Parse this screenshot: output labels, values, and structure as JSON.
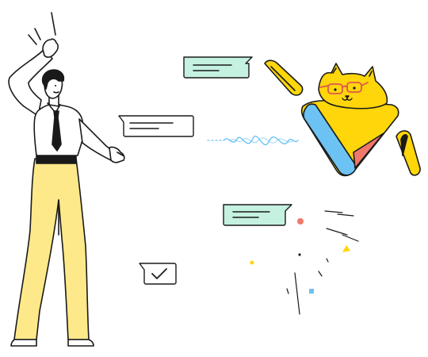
{
  "palette": {
    "outline": "#1a1a1a",
    "yellow": "#ffd60a",
    "light_yellow": "#fde98a",
    "mint": "#c4f1e0",
    "blue": "#6cc3f3",
    "coral": "#f0786a",
    "glasses": "#e0564d"
  },
  "illustration": {
    "person": {
      "pose": "waving",
      "shirt": "white",
      "tie": "black",
      "trousers": "light-yellow"
    },
    "mascot": {
      "kind": "cat-faced-triangle",
      "glasses": "red"
    },
    "speech_bubbles": [
      {
        "role": "mascot-bubble-top",
        "fill": "#c4f1e0"
      },
      {
        "role": "person-bubble",
        "fill": "#ffffff"
      },
      {
        "role": "mascot-bubble-bottom",
        "fill": "#c4f1e0"
      }
    ],
    "check_bubble": {
      "icon": "check-icon"
    },
    "voice_wave": {
      "color": "#6cc3f3"
    },
    "confetti": [
      "#f0786a",
      "#ffd60a",
      "#6cc3f3",
      "#1a1a1a"
    ]
  }
}
